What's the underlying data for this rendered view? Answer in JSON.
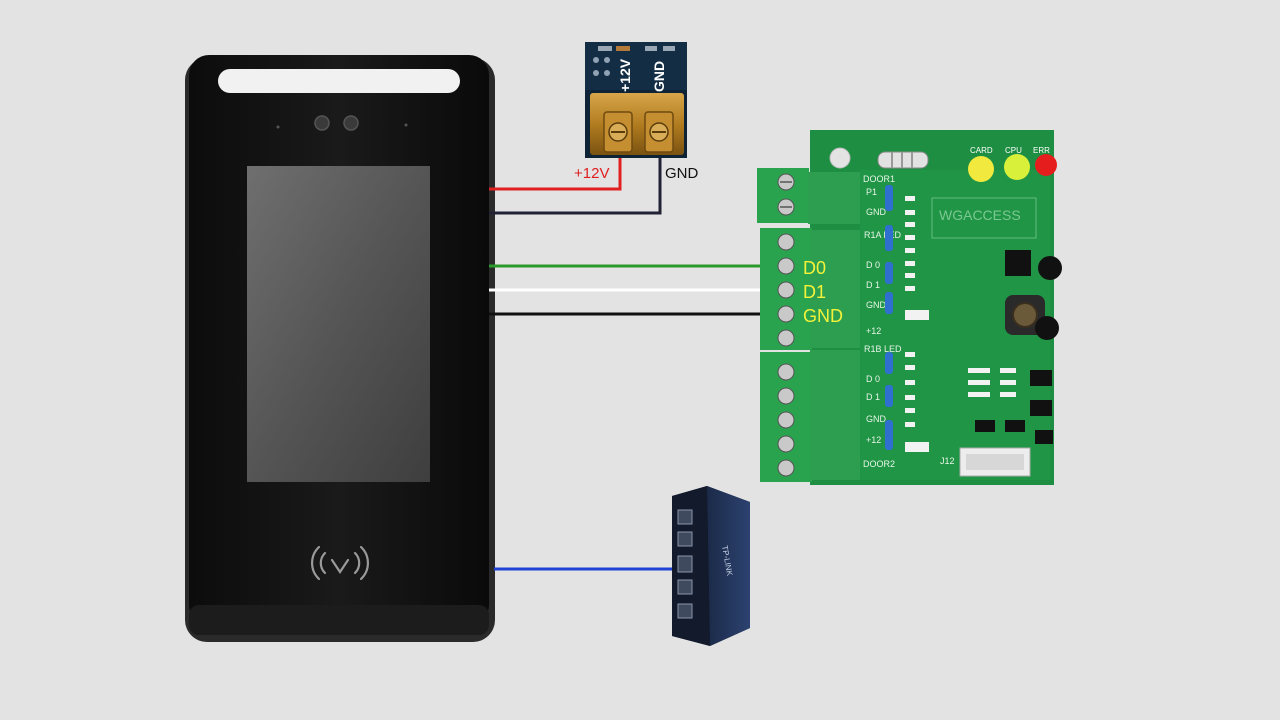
{
  "canvas": {
    "background": "#e3e3e3"
  },
  "power_block": {
    "terminal_labels": [
      "+12V",
      "GND"
    ],
    "wire_labels": {
      "positive": "+12V",
      "ground": "GND"
    }
  },
  "controller": {
    "brand": "WGACCESS",
    "terminal_labels": [
      "D0",
      "D1",
      "GND"
    ],
    "led_labels": [
      "CARD",
      "CPU",
      "ERR"
    ],
    "door1_header": "DOOR1",
    "door1_pins": [
      "P1",
      "GND",
      "R1A LED",
      "D 0",
      "D 1",
      "GND",
      "+12"
    ],
    "reader_b_pins": [
      "R1B LED",
      "D 0",
      "D 1",
      "GND",
      "+12"
    ],
    "door2_header": "DOOR2",
    "connector_label": "J12"
  },
  "switch": {
    "brand": "TP-LINK"
  },
  "wire_colors": {
    "positive": "#e02020",
    "ground": "#222235",
    "d0": "#2a9a2a",
    "d1": "#ffffff",
    "gnd_signal": "#111111",
    "ethernet": "#1f43d6"
  },
  "label_colors": {
    "terminal": "#f2f23a",
    "positive": "#e02020",
    "ground": "#111111"
  },
  "nfc_icon": "nfc-contactless-icon"
}
